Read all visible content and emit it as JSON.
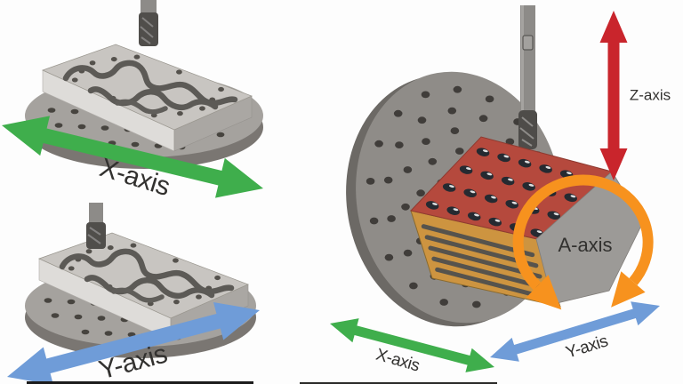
{
  "colors": {
    "x_axis": "#3fae4c",
    "y_axis": "#6f9cd8",
    "z_axis": "#c9252c",
    "a_axis": "#f7921e",
    "label": "#32312f"
  },
  "panels": {
    "top_left": {
      "axis_label": "X-axis"
    },
    "bottom_left": {
      "axis_label": "Y-axis"
    },
    "right": {
      "z_axis_label": "Z-axis",
      "a_axis_label": "A-axis",
      "x_axis_label": "X-axis",
      "y_axis_label": "Y-axis"
    }
  }
}
